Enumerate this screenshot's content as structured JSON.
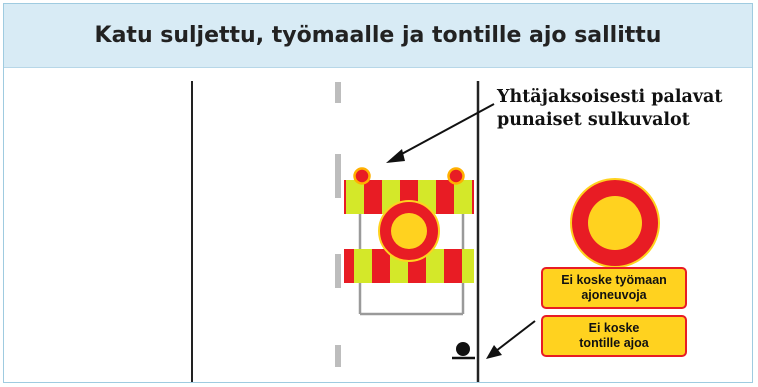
{
  "title": "Katu suljettu, työmaalle ja tontille ajo sallittu",
  "callout": {
    "line1": "Yhtäjaksoisesti palavat",
    "line2": "punaiset sulkuvalot"
  },
  "plates": {
    "top": {
      "line1": "Ei koske työmaan",
      "line2": "ajoneuvoja"
    },
    "bottom": {
      "line1": "Ei koske",
      "line2": "tontille ajoa"
    }
  },
  "colors": {
    "header_bg": "#d8ebf5",
    "stripe_red": "#e81c24",
    "stripe_yellow": "#d4e829",
    "sign_yellow": "#ffd21f",
    "lane_marking": "#bdbdbd",
    "frame_grey": "#9a9a9a"
  }
}
